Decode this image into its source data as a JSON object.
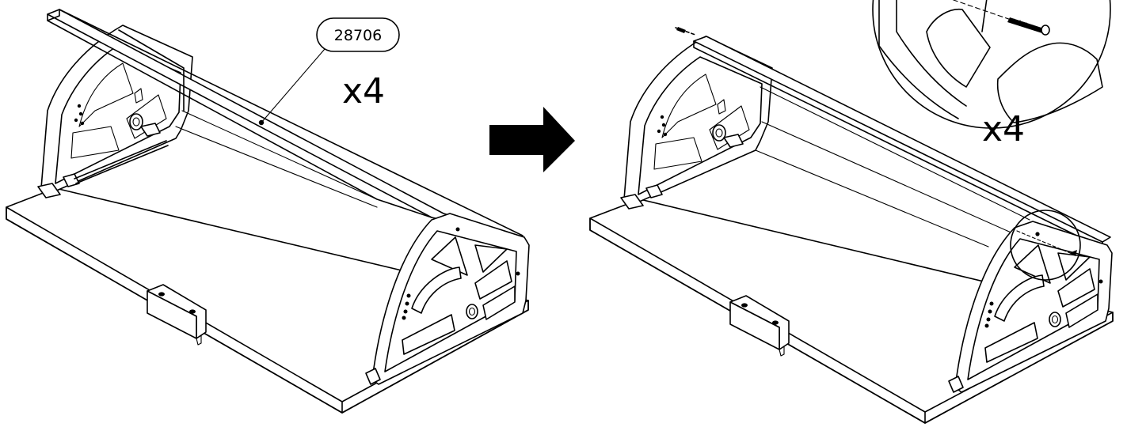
{
  "step_before": {
    "part_number": "28706",
    "quantity": "x4"
  },
  "step_after": {
    "quantity": "x4"
  },
  "arrow": {
    "color": "#000000",
    "icon": "right-arrow-icon"
  }
}
